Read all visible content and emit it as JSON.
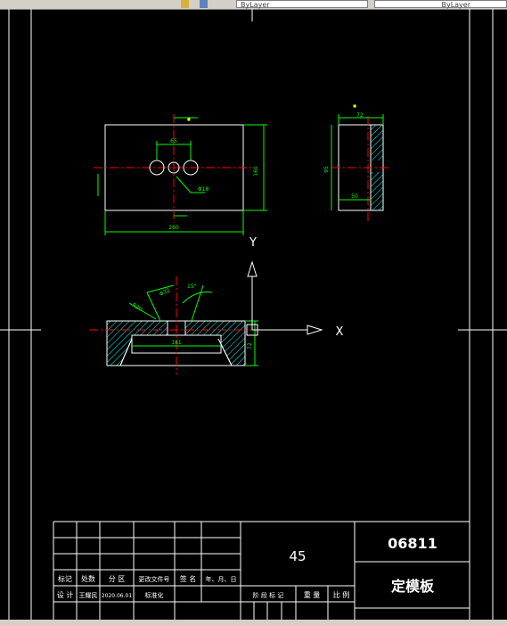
{
  "toolbar": {
    "layer_left": "ByLayer",
    "layer_right": "ByLayer"
  },
  "drawing": {
    "front_view": {
      "dim_width": "260",
      "dim_height": "160",
      "dim_hole_spacing": "65",
      "dim_hole_dia": "Φ18",
      "top_marker": "■"
    },
    "side_view": {
      "dim_depth": "72",
      "dim_height": "95",
      "dim_inner": "50"
    },
    "section_view": {
      "dim_angle": "15°",
      "dim_cone_a": "Φ32",
      "dim_cone_b": "R20",
      "dim_inner_width": "181",
      "dim_depth": "72"
    },
    "axes": {
      "y_label": "Y",
      "x_label": "X"
    }
  },
  "title_block": {
    "material": "45",
    "drawing_number": "06811",
    "part_name": "定模板",
    "rev_headers": [
      "标记",
      "处数",
      "分 区",
      "更改文件号",
      "签 名",
      "年、月、日"
    ],
    "sign_row": [
      "设 计",
      "王耀民",
      "2020.06.01",
      "标准化"
    ],
    "stage_headers": [
      "阶 段 标 记",
      "重 量",
      "比 例"
    ]
  },
  "colors": {
    "drawing_line": "#ffffff",
    "dimension": "#00ff00",
    "centerline": "#ff0000",
    "hatch": "#00ffff",
    "marker": "#ffff00",
    "background": "#000000"
  }
}
